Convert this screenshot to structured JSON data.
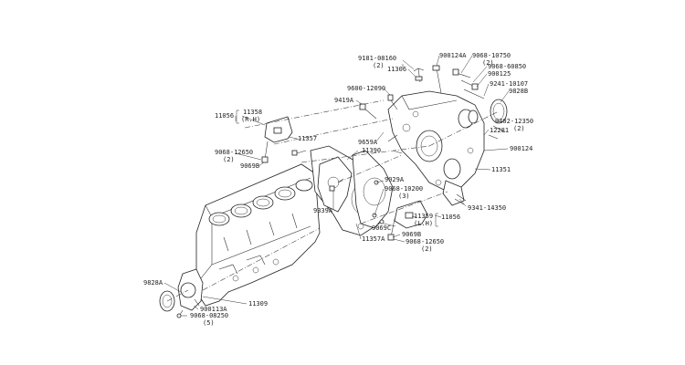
{
  "labels": {
    "p9181_08160": "9181-08160",
    "p9181_qty": "(2)",
    "p900124A": "900124A",
    "p9068_10750": "9068-10750",
    "p9068_10750_qty": "(2)",
    "p11306": "11306",
    "p9068_60850": "9068-60850",
    "p900125": "900125",
    "p9241_10107": "9241-10107",
    "p9828B": "9828B",
    "p9600_12090": "9600-12090",
    "p9419A": "9419A",
    "p11056_top": "11056",
    "p11358": "11358",
    "p11358_rh": "(R.H)",
    "p9402_12350": "9402-12350",
    "p9402_qty": "(2)",
    "p12281": "12281",
    "p11357": "11357",
    "p9659A": "9659A",
    "p11390": "11390",
    "p900124": "900124",
    "p9068_12650_top": "9068-12650",
    "p9068_12650_top_qty": "(2)",
    "p9069B_top": "9069B",
    "p11351": "11351",
    "p9029A": "9029A",
    "p9068_10200": "9068-10200",
    "p9068_10200_qty": "(3)",
    "p9341_14350": "9341-14350",
    "p9339A": "9339A",
    "p11359": "11359",
    "p11359_lh": "(L.H)",
    "p11056_bottom": "11056",
    "p9069C": "9069C",
    "p9069B_bottom": "9069B",
    "p11357A": "11357A",
    "p9068_12650_bottom": "9068-12650",
    "p9068_12650_bottom_qty": "(2)",
    "p9828A": "9828A",
    "p11309": "11309",
    "p900113A": "900113A",
    "p9068_08250": "9068-08250",
    "p9068_08250_qty": "(5)"
  }
}
